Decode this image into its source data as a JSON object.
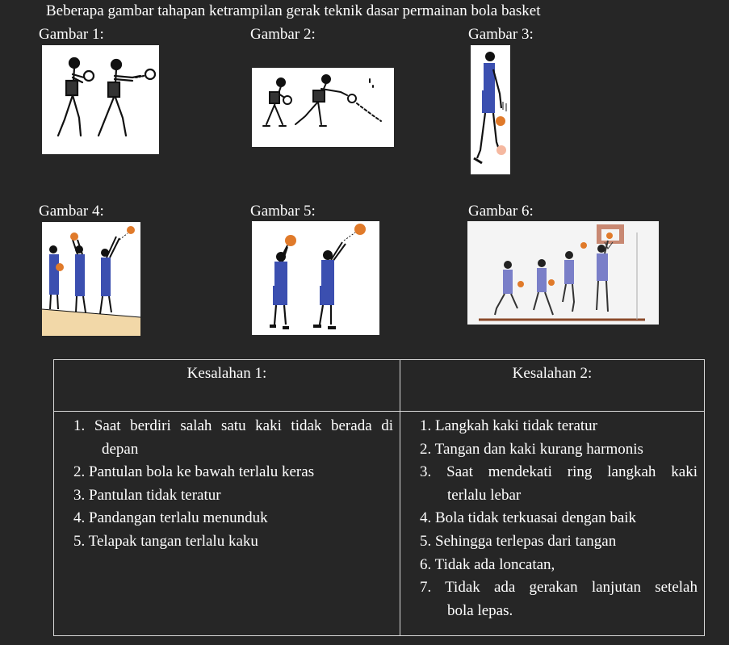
{
  "heading": "Beberapa gambar tahapan ketrampilan gerak teknik dasar permainan bola basket",
  "figures": [
    {
      "label": "Gambar 1:",
      "image_description": "two players chest pass"
    },
    {
      "label": "Gambar 2:",
      "image_description": "two players bounce pass"
    },
    {
      "label": "Gambar 3:",
      "image_description": "player dribbling"
    },
    {
      "label": "Gambar 4:",
      "image_description": "three stages overhead pass"
    },
    {
      "label": "Gambar 5:",
      "image_description": "two players shooting"
    },
    {
      "label": "Gambar 6:",
      "image_description": "lay-up sequence toward ring"
    }
  ],
  "table": {
    "headers": [
      "Kesalahan 1:",
      "Kesalahan 2:"
    ],
    "col1": [
      {
        "num": "1.",
        "text_line1": "Saat berdiri salah satu kaki tidak berada di",
        "text_line2": "depan"
      },
      {
        "num": "2.",
        "text_line1": "Pantulan bola ke bawah terlalu keras"
      },
      {
        "num": "3.",
        "text_line1": "Pantulan tidak teratur"
      },
      {
        "num": "4.",
        "text_line1": "Pandangan terlalu menunduk"
      },
      {
        "num": "5.",
        "text_line1": "Telapak tangan terlalu kaku"
      }
    ],
    "col2": [
      {
        "num": "1.",
        "text_line1": "Langkah kaki tidak teratur"
      },
      {
        "num": "2.",
        "text_line1": "Tangan dan kaki kurang harmonis"
      },
      {
        "num": "3.",
        "text_line1": "Saat mendekati ring langkah kaki",
        "text_line2": "terlalu lebar"
      },
      {
        "num": "4.",
        "text_line1": "Bola tidak terkuasai dengan baik"
      },
      {
        "num": "5.",
        "text_line1": "Sehingga terlepas dari tangan"
      },
      {
        "num": "6.",
        "text_line1": "Tidak ada loncatan,"
      },
      {
        "num": "7.",
        "text_line1": "Tidak ada gerakan lanjutan setelah",
        "text_line2": "bola lepas."
      }
    ]
  },
  "colors": {
    "background": "#262626",
    "text": "#ffffff",
    "jersey_blue": "#3b4fb0",
    "ball_orange": "#e07a2a",
    "floor_tan": "#f2d8a8"
  }
}
